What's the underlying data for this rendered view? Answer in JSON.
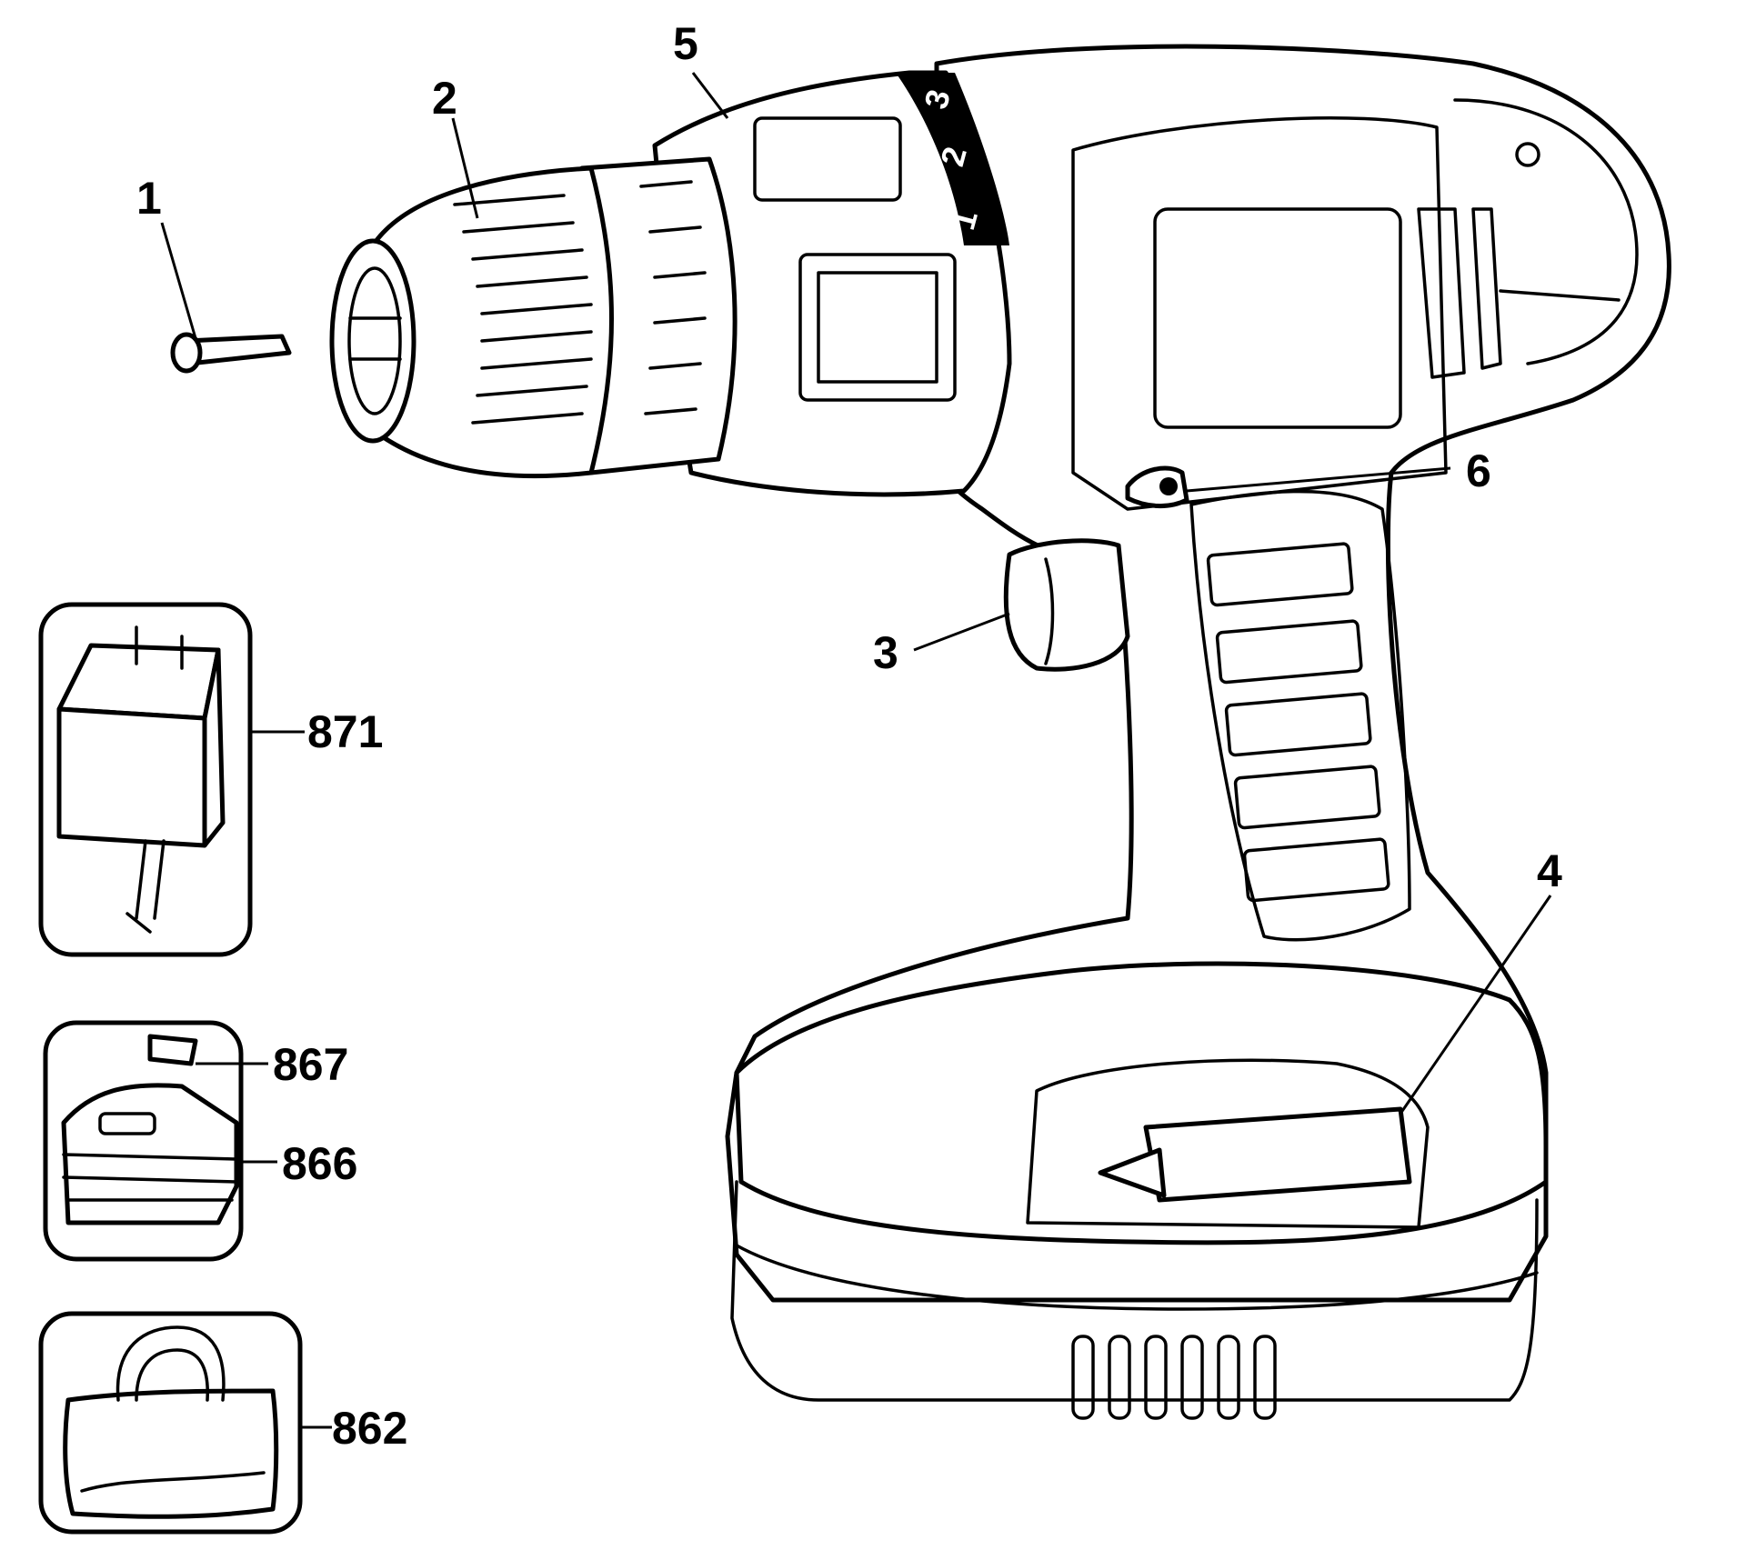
{
  "callouts": {
    "c1": "1",
    "c2": "2",
    "c3": "3",
    "c4": "4",
    "c5": "5",
    "c6": "6",
    "c871": "871",
    "c867": "867",
    "c866": "866",
    "c862": "862"
  },
  "speed_dial": [
    "1",
    "2",
    "3"
  ],
  "colors": {
    "line": "#000000",
    "background": "#ffffff"
  }
}
